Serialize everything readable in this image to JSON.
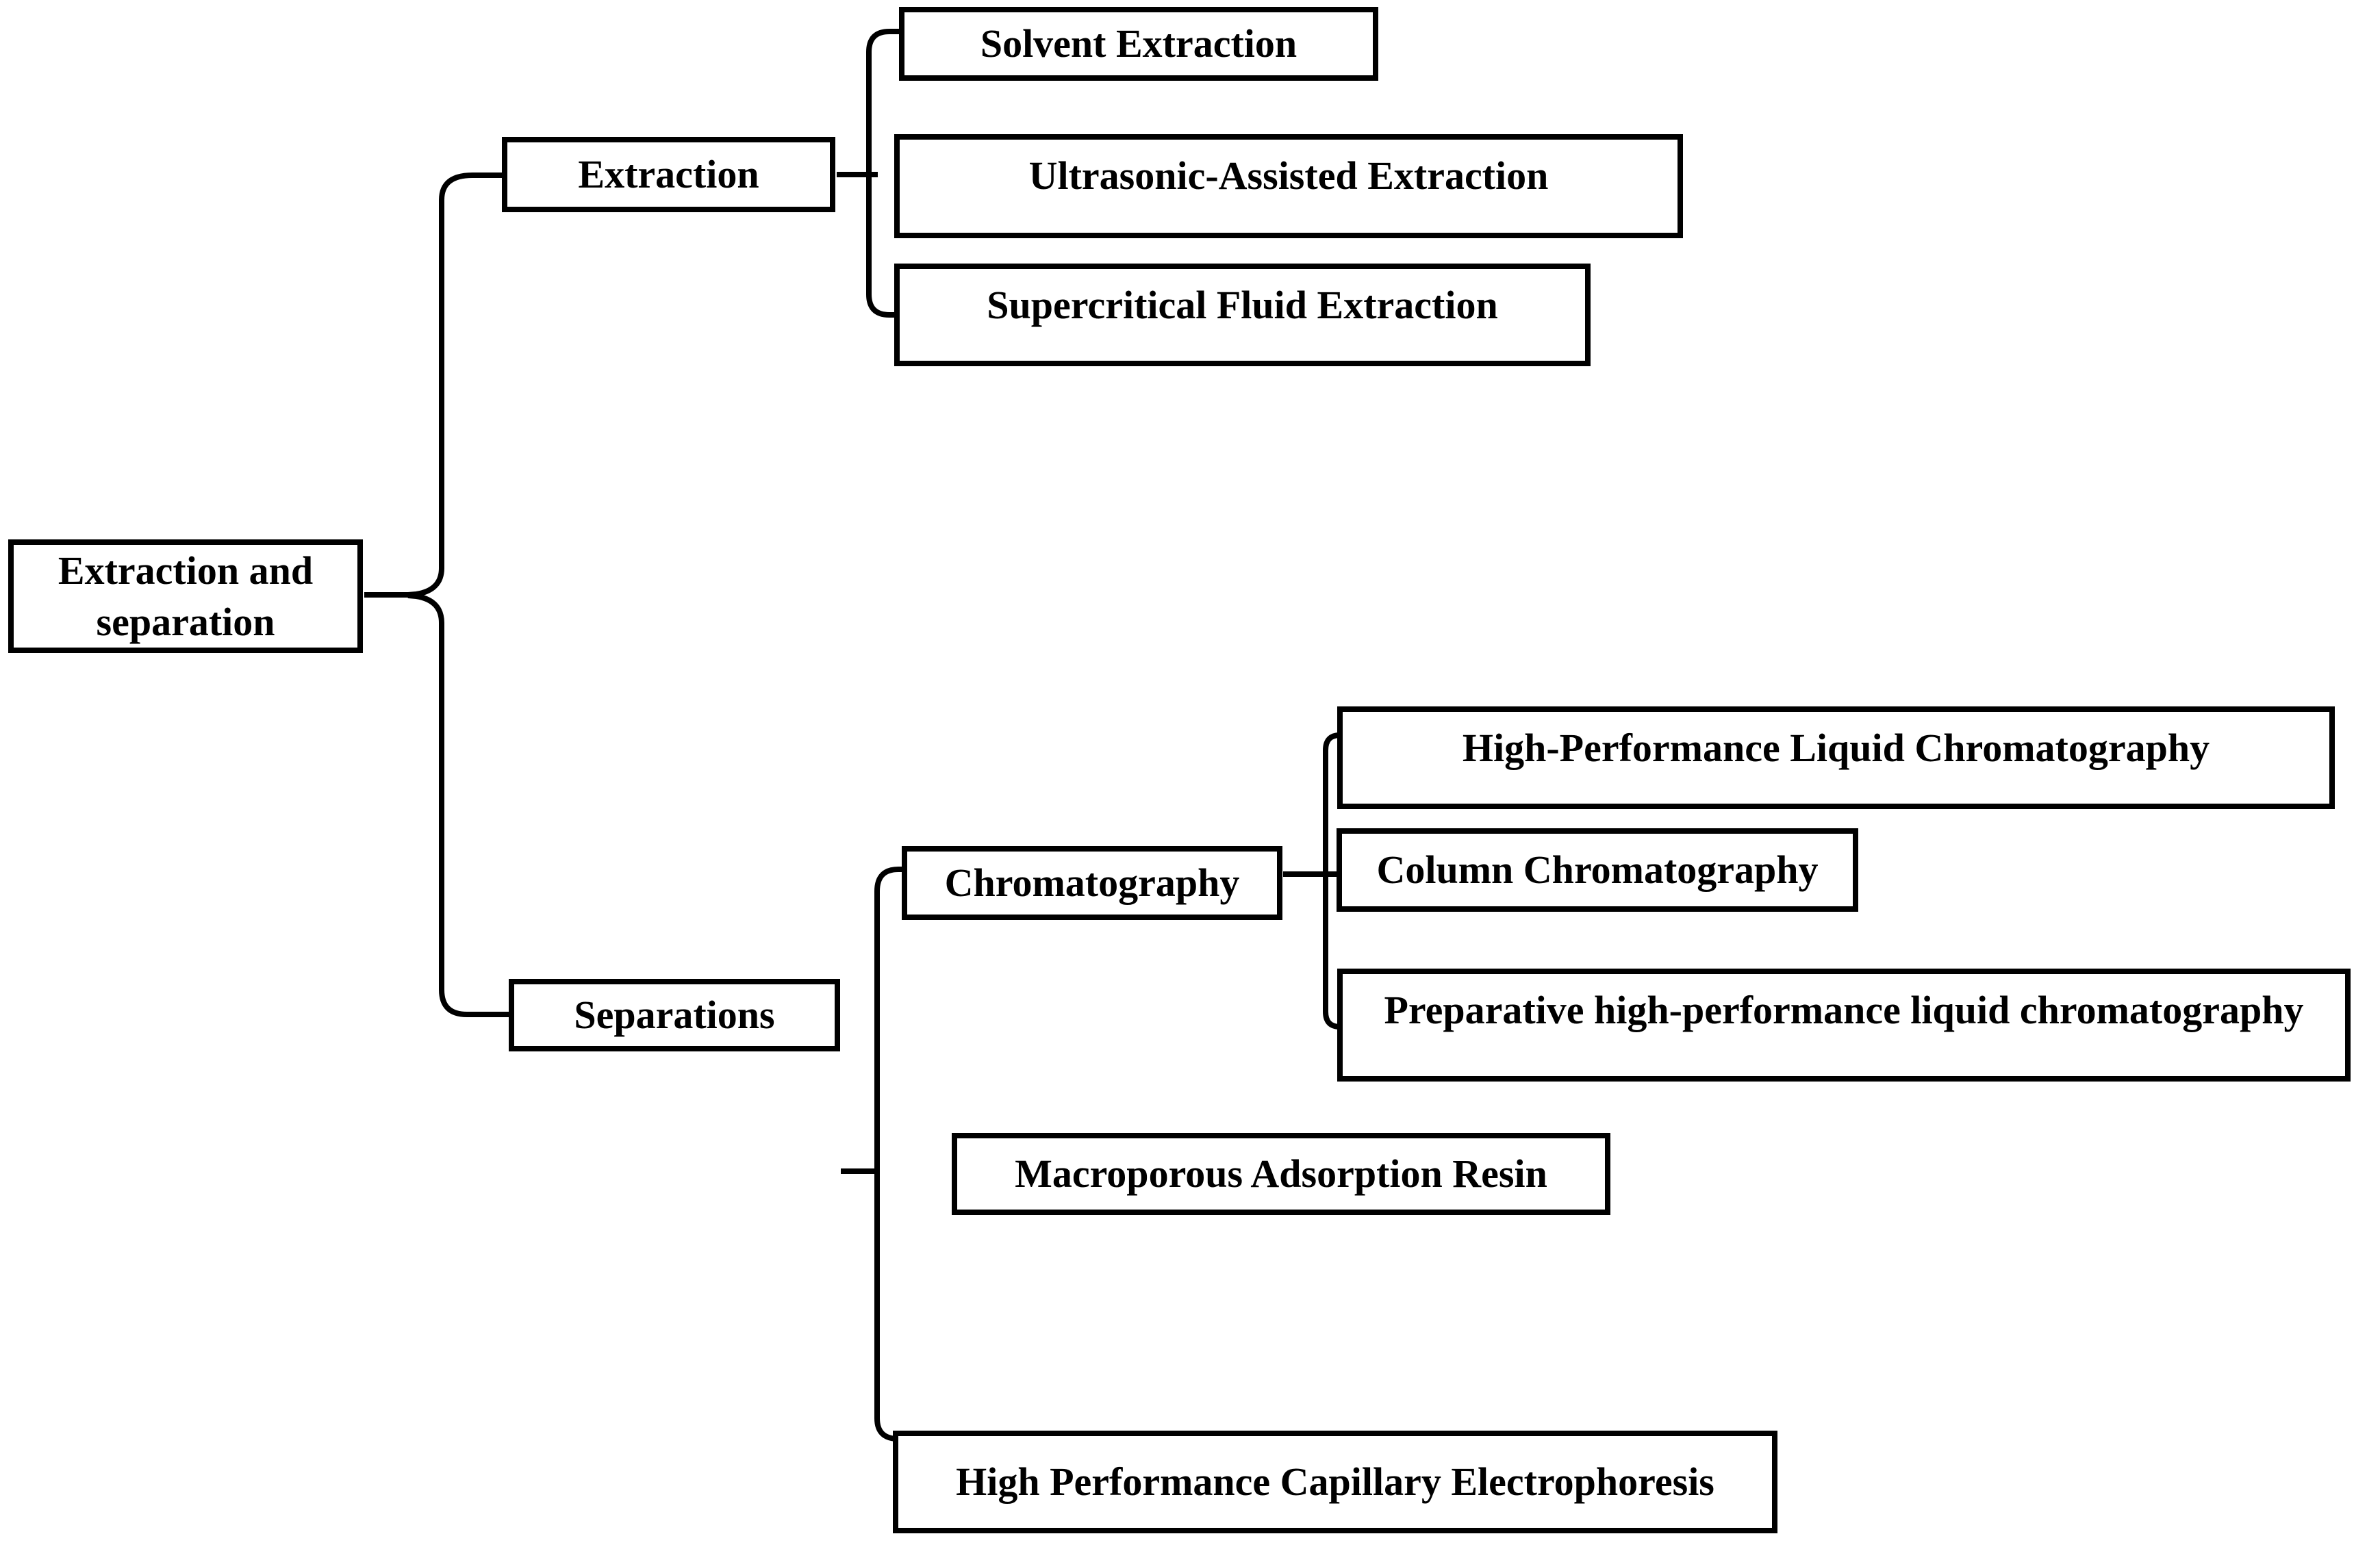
{
  "diagram": {
    "colors": {
      "background": "#ffffff",
      "line": "#000000",
      "text": "#000000"
    },
    "root": {
      "label": "Extraction and separation"
    },
    "branches": [
      {
        "label": "Extraction",
        "children": [
          {
            "label": "Solvent Extraction"
          },
          {
            "label": "Ultrasonic-Assisted Extraction"
          },
          {
            "label": "Supercritical Fluid Extraction"
          }
        ]
      },
      {
        "label": "Separations",
        "children": [
          {
            "label": "Chromatography",
            "children": [
              {
                "label": "High-Performance Liquid Chromatography"
              },
              {
                "label": "Column Chromatography"
              },
              {
                "label": "Preparative high-performance liquid chromatography"
              }
            ]
          },
          {
            "label": "Macroporous Adsorption Resin"
          },
          {
            "label": "High Performance Capillary Electrophoresis"
          }
        ]
      }
    ]
  }
}
